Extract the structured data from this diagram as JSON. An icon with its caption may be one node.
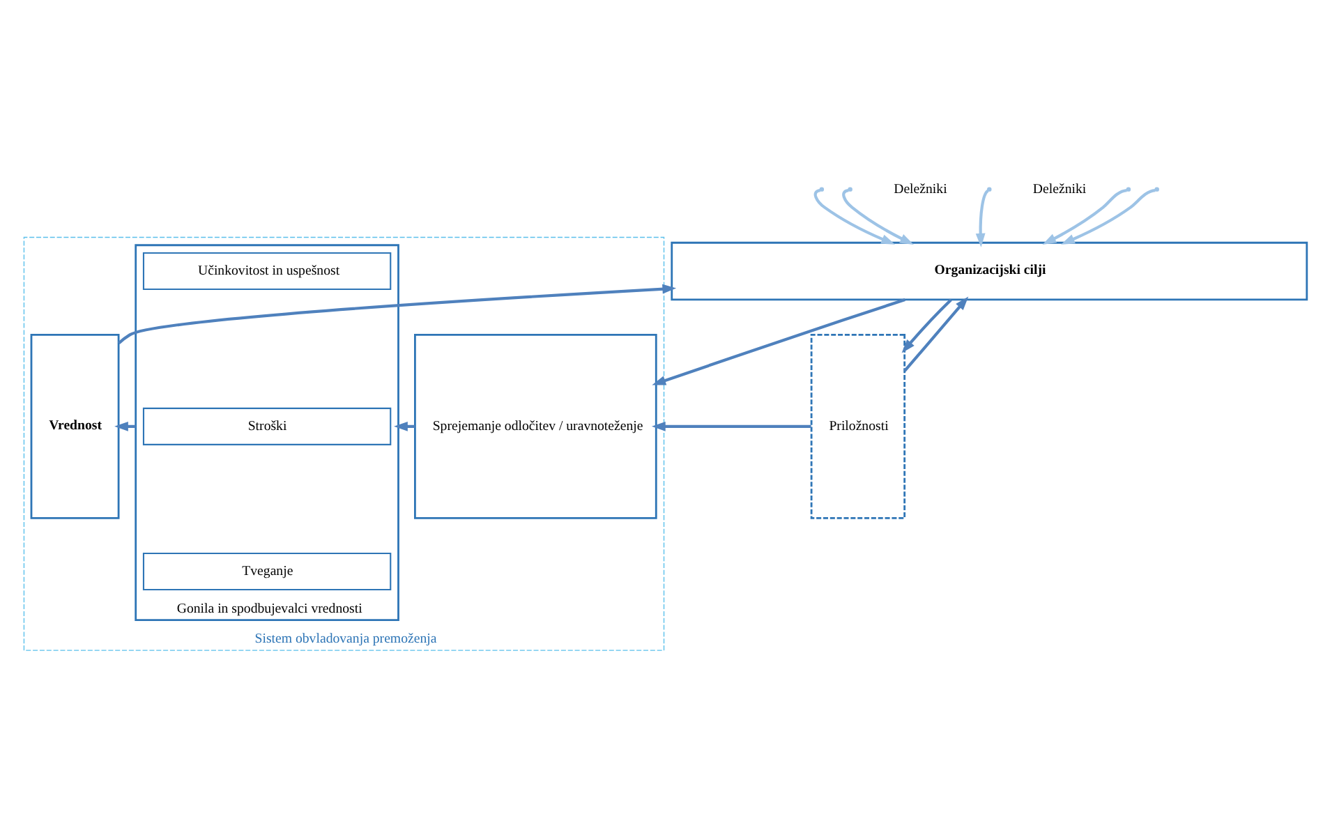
{
  "diagram": {
    "nodes": [
      {
        "text": [
          "Organizacijski cilji"
        ]
      },
      {
        "text": [
          "Priložnosti"
        ]
      },
      {
        "text": [
          "Sistem obvladovanja premoženja"
        ]
      },
      {
        "text": [
          "Sprejemanje odločitev / uravnoteženje"
        ],
        "in": 2
      },
      {
        "text": [
          "Gonila in spodbujevalci vrednosti"
        ],
        "in": 2
      },
      {
        "text": [
          "Učinkovitost in uspešnost"
        ],
        "in": 4
      },
      {
        "text": [
          "Stroški"
        ],
        "in": 4
      },
      {
        "text": [
          "Tveganje"
        ],
        "in": 4
      },
      {
        "text": [
          "Vrednost"
        ],
        "in": 2
      }
    ],
    "edges": [
      {
        "from": null,
        "to": 0,
        "arrow": "to",
        "color": "#9dc3e6"
      },
      {
        "from": null,
        "to": 0,
        "arrow": "to",
        "color": "#9dc3e6"
      },
      {
        "from": null,
        "to": 0,
        "arrow": "to",
        "color": "#9dc3e6"
      },
      {
        "from": null,
        "to": 0,
        "arrow": "to",
        "color": "#9dc3e6"
      },
      {
        "from": null,
        "to": 0,
        "arrow": "to",
        "color": "#9dc3e6"
      },
      {
        "from": 1,
        "to": 0,
        "arrow": "to"
      },
      {
        "from": 0,
        "to": 1,
        "arrow": "to"
      },
      {
        "from": 0,
        "to": 3,
        "arrow": "to"
      },
      {
        "from": 1,
        "to": 3,
        "arrow": "to"
      },
      {
        "from": 3,
        "to": 4,
        "arrow": "to"
      },
      {
        "from": 4,
        "to": 8,
        "arrow": "to"
      },
      {
        "from": 8,
        "to": 0,
        "arrow": "to"
      }
    ],
    "labels": [
      "Deležniki",
      "Deležniki"
    ]
  }
}
